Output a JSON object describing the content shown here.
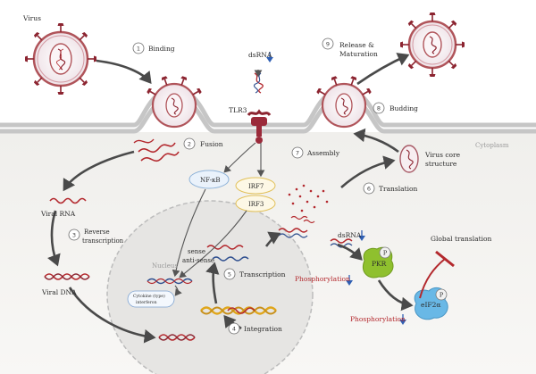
{
  "labels": {
    "virus": "Virus",
    "dsrna_top": "dsRNA",
    "tlr3": "TLR3",
    "fusion": "Fusion",
    "nfkb": "NF-κB",
    "irf7": "IRF7",
    "irf3": "IRF3",
    "viral_rna": "Viral RNA",
    "reverse_transcription_1": "Reverse",
    "reverse_transcription_2": "transcription",
    "viral_dna": "Viral DNA",
    "nucleus": "Nucleus",
    "sense": "sense",
    "antisense": "anti-sense",
    "cytokine_1": "Cytokine (type)",
    "cytokine_2": "interferon",
    "integration": "Integration",
    "transcription": "Transcription",
    "assembly": "Assembly",
    "translation": "Translation",
    "virus_core_1": "Virus core",
    "virus_core_2": "structure",
    "cytoplasm": "Cytoplasm",
    "dsrna_mid": "dsRNA",
    "phosphorylation_1": "Phosphorylation",
    "phosphorylation_2": "Phosphorylation",
    "pkr": "PKR",
    "p1": "P",
    "p2": "P",
    "eif2a": "eIF2α",
    "global_translation": "Global translation",
    "binding": "Binding",
    "release_1": "Release &",
    "release_2": "Maturation",
    "budding": "Budding"
  },
  "steps": {
    "s1": "1",
    "s2": "2",
    "s3": "3",
    "s4": "4",
    "s5": "5",
    "s6": "6",
    "s7": "7",
    "s8": "8",
    "s9": "9"
  },
  "colors": {
    "virus_membrane": "#b0545a",
    "virus_inner": "#f3e9ee",
    "spike": "#8c2430",
    "rna": "#b3282d",
    "dna_blue": "#2f4f8f",
    "dna_gold": "#e0a61b",
    "pkr": "#8fc02e",
    "eif2a": "#69b8e6",
    "cytoplasm": "#f5f4f1",
    "nucleus": "#e5e4e2",
    "membrane": "#bdbdbd"
  }
}
